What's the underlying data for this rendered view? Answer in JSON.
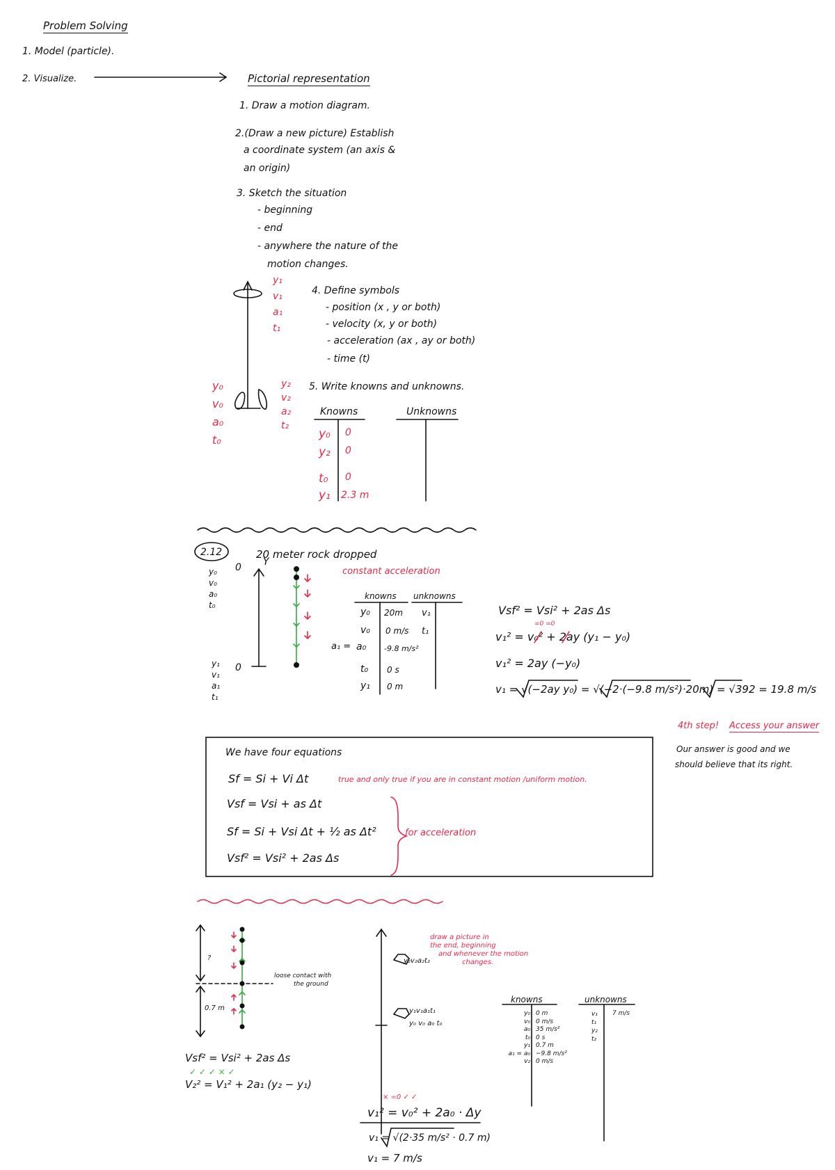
{
  "header": {
    "title": "Problem Solving",
    "step1": "1. Model (particle).",
    "step2": "2. Visualize."
  },
  "pictorial": {
    "heading": "Pictorial representation",
    "s1": "1. Draw a motion diagram.",
    "s2a": "2.(Draw a new picture) Establish",
    "s2b": "a coordinate system (an axis &",
    "s2c": "an origin)",
    "s3": "3. Sketch the situation",
    "s3a": "- beginning",
    "s3b": "- end",
    "s3c": "- anywhere the nature of the",
    "s3d": "motion changes.",
    "s4": "4. Define symbols",
    "s4a": "- position (x , y or both)",
    "s4b": "- velocity (x, y or both)",
    "s4c": "- acceleration (ax , ay or both)",
    "s4d": "- time (t)",
    "s5": "5. Write knowns and unknowns.",
    "knowns_h": "Knowns",
    "unknowns_h": "Unknowns",
    "known_rows": [
      {
        "sym": "y₀",
        "val": "0"
      },
      {
        "sym": "y₂",
        "val": "0"
      },
      {
        "sym": "t₀",
        "val": "0"
      },
      {
        "sym": "y₁",
        "val": "2.3 m"
      }
    ],
    "sketch_top": [
      "y₁",
      "v₁",
      "a₁",
      "t₁"
    ],
    "sketch_left": [
      "y₀",
      "v₀",
      "a₀",
      "t₀"
    ],
    "sketch_right": [
      "y₂",
      "v₂",
      "a₂",
      "t₂"
    ]
  },
  "problem212": {
    "label": "2.12",
    "title": "20 meter rock dropped",
    "note": "constant acceleration",
    "axis_zero_top": "0",
    "axis_y": "Y",
    "axis_zero_bottom": "0",
    "left_top": [
      "y₀",
      "v₀",
      "a₀",
      "t₀"
    ],
    "left_bottom": [
      "y₁",
      "v₁",
      "a₁",
      "t₁"
    ],
    "knowns_h": "knowns",
    "unknowns_h": "unknowns",
    "rows": [
      {
        "pre": "",
        "sym": "y₀",
        "val": "20m"
      },
      {
        "pre": "",
        "sym": "v₀",
        "val": "0 m/s"
      },
      {
        "pre": "a₁ =",
        "sym": "a₀",
        "val": "-9.8 m/s²"
      },
      {
        "pre": "",
        "sym": "t₀",
        "val": "0 s"
      },
      {
        "pre": "",
        "sym": "y₁",
        "val": "0 m"
      }
    ],
    "unknowns": [
      "v₁",
      "t₁"
    ],
    "eq1": "Vsf² = Vsi² + 2as Δs",
    "eq2": "v₁² = v₀² + 2ay (y₁ − y₀)",
    "eq2_marks": "=0        =0",
    "eq3": "v₁² = 2ay (−y₀)",
    "eq4": "v₁ = √(−2ay y₀)  = √(−2·(−9.8 m/s²)·20m)  = √392  = 19.8 m/s",
    "step4_label": "4th step!",
    "step4_text": "Access your answer",
    "comment1": "Our answer is good and we",
    "comment2": "should believe that its right."
  },
  "equations_box": {
    "intro": "We have four equations",
    "e1": "Sf = Si + Vi Δt",
    "e1_note": "true and only true if you are in constant motion /uniform motion.",
    "e2": "Vsf = Vsi + as Δt",
    "e3": "Sf = Si + Vsi Δt + ½ as Δt²",
    "e4": "Vsf² = Vsi² + 2as Δs",
    "brace_note": "for acceleration"
  },
  "problem3": {
    "q_mark": "?",
    "dist": "0.7 m",
    "contact_note1": "loose contact with",
    "contact_note2": "the ground",
    "eq_a": "Vsf² = Vsi² + 2as Δs",
    "checks": "✓    ✓    ✓    ×  ✓",
    "eq_b": "V₂² = V₁² + 2a₁ (y₂ − y₁)",
    "fig_top": "y₂v₂a₂t₂",
    "fig_mid1": "y₁v₁a₁t₁",
    "fig_mid2": "y₀ v₀ a₀ t₀",
    "red_note": [
      "draw a picture in",
      "the end, beginning",
      "and whenever the motion",
      "changes."
    ],
    "knowns_h": "knowns",
    "unknowns_h": "unknowns",
    "known_syms": [
      "y₀",
      "v₀",
      "a₀",
      "t₀",
      "y₁",
      "a₁ = a₀",
      "v₂"
    ],
    "known_vals": [
      "0 m",
      "0 m/s",
      "35 m/s²",
      "0 s",
      "0.7 m",
      "−9.8 m/s²",
      "0 m/s"
    ],
    "unknown_syms": [
      "v₁",
      "t₁",
      "y₂",
      "t₂"
    ],
    "unknown_val": "7 m/s",
    "sol_marks": "×      =0       ✓    ✓",
    "sol1": "v₁² = v₀² + 2a₀ · Δy",
    "sol2": "v₁ = √(2·35 m/s² · 0.7 m)",
    "sol3": "v₁ = 7 m/s"
  }
}
